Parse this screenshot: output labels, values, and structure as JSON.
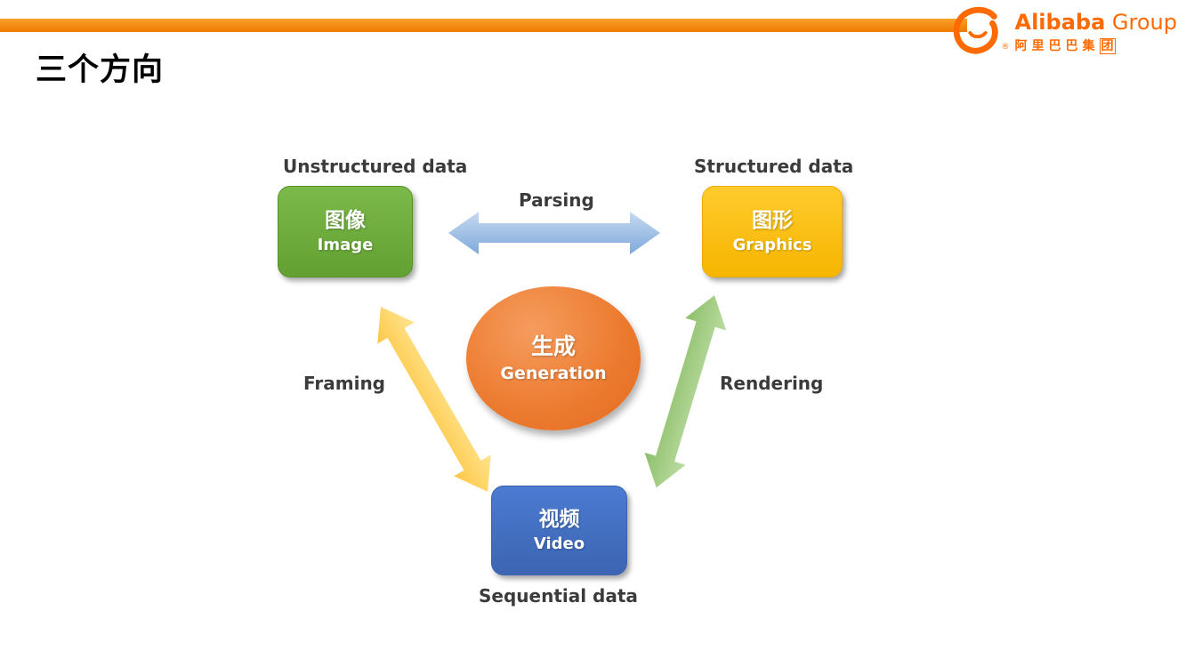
{
  "slide": {
    "title": "三个方向"
  },
  "logo": {
    "brand": "Alibaba",
    "brand_suffix": "Group",
    "brand_cn_main": "阿里巴巴集",
    "brand_cn_boxed": "团",
    "registered_mark": "®",
    "brand_color": "#FF6A00"
  },
  "accent_bar_color": "#F28B1E",
  "diagram": {
    "annotations": {
      "unstructured": "Unstructured data",
      "structured": "Structured data",
      "sequential": "Sequential data"
    },
    "nodes": {
      "image": {
        "cn": "图像",
        "en": "Image",
        "color": "#6FAE3E"
      },
      "graphics": {
        "cn": "图形",
        "en": "Graphics",
        "color": "#FFC000"
      },
      "video": {
        "cn": "视频",
        "en": "Video",
        "color": "#4472C4"
      },
      "generation": {
        "cn": "生成",
        "en": "Generation",
        "color": "#ED7D31"
      }
    },
    "edges": {
      "parsing": {
        "label": "Parsing",
        "color": "#9DC3E6"
      },
      "framing": {
        "label": "Framing",
        "color": "#FFD966"
      },
      "rendering": {
        "label": "Rendering",
        "color": "#A9D18E"
      }
    }
  }
}
